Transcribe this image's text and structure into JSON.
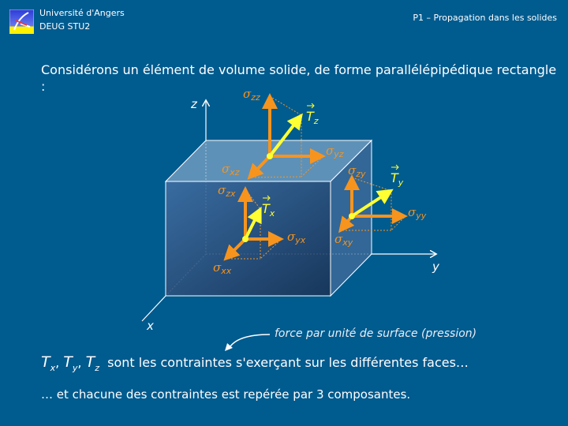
{
  "header": {
    "university": "Université d'Angers",
    "program": "DEUG STU2",
    "course": "P1 – Propagation dans les solides"
  },
  "intro": "Considérons un élément de volume solide, de forme parallélépipédique rectangle :",
  "diagram": {
    "axes": {
      "x": "x",
      "y": "y",
      "z": "z"
    },
    "sigma": "σ",
    "T": "T",
    "faces": {
      "top": {
        "normal": "zz",
        "t_sub": "z",
        "shear_y": "yz",
        "shear_x": "xz"
      },
      "front": {
        "normal": "xx",
        "t_sub": "x",
        "shear_y": "yx",
        "shear_z": "zx"
      },
      "right": {
        "normal": "yy",
        "t_sub": "y",
        "shear_z": "zy",
        "shear_x": "xy"
      }
    },
    "colors": {
      "stress": "#f7941d",
      "traction": "#ffff33",
      "background": "#005b8f"
    }
  },
  "note": "force par unité de surface (pression)",
  "line1": {
    "subs": [
      "x",
      "y",
      "z"
    ],
    "text": "sont les contraintes s'exerçant sur les différentes faces…"
  },
  "line2": "… et chacune des contraintes est repérée par 3 composantes."
}
